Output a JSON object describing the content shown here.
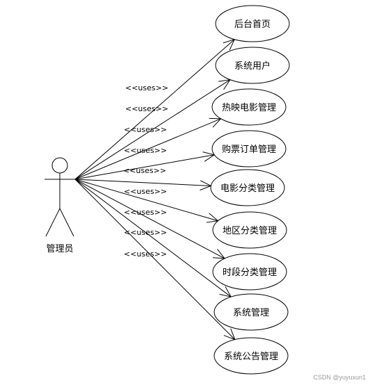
{
  "actor": {
    "label": "管理员"
  },
  "relation_label": "<<uses>>",
  "use_cases": [
    {
      "label": "后台首页"
    },
    {
      "label": "系统用户"
    },
    {
      "label": "热映电影管理"
    },
    {
      "label": "购票订单管理"
    },
    {
      "label": "电影分类管理"
    },
    {
      "label": "地区分类管理"
    },
    {
      "label": "时段分类管理"
    },
    {
      "label": "系统管理"
    },
    {
      "label": "系统公告管理"
    }
  ],
  "watermark": "CSDN @yuyuxun1"
}
